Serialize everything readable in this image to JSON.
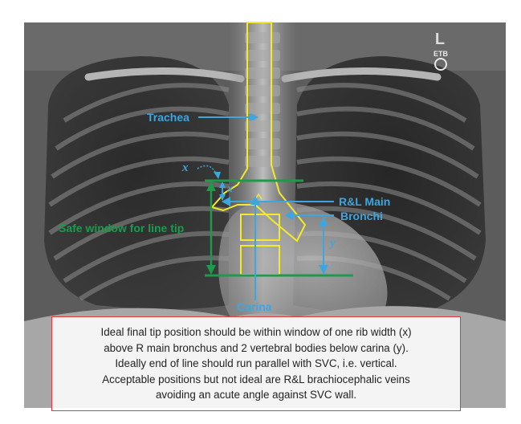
{
  "image": {
    "description": "Chest X-ray with annotated central venous line tip target zone",
    "marker_text": "ETB",
    "marker_letter": "L"
  },
  "labels": {
    "trachea": "Trachea",
    "main_bronchi_line1": "R&L Main",
    "main_bronchi_line2": "Bronchi",
    "carina": "Carina",
    "safe_window": "Safe window for line tip",
    "x_outer": "x",
    "x_inner": "x",
    "y": "y"
  },
  "caption": {
    "text": "Ideal final tip position should be within window of one rib width (x)\nabove R main bronchus and 2 vertebral bodies below carina (y).\nIdeally end of line should run parallel with SVC, i.e. vertical.\nAcceptable positions but not ideal are R&L brachiocephalic veins\navoiding an acute angle against SVC wall."
  },
  "colors": {
    "annotation_blue": "#3da6df",
    "annotation_green": "#1d9a4a",
    "outline_yellow": "#f2ea2a",
    "caption_border": "#e23b3b"
  }
}
